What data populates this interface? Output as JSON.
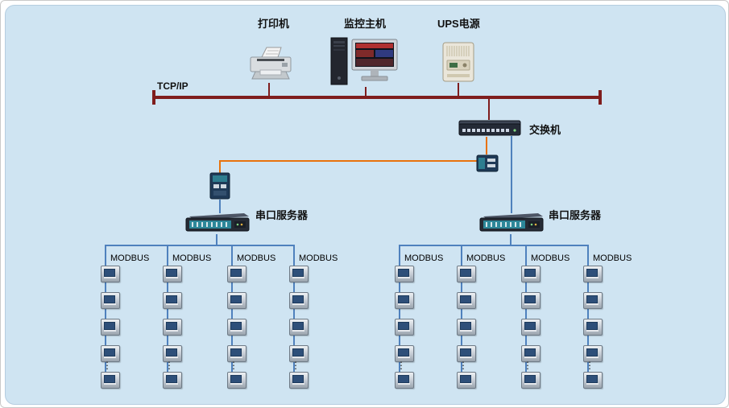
{
  "colors": {
    "panel_bg": "#cfe4f2",
    "tcp_bus": "#7f1d1d",
    "blue_line": "#4f81bd",
    "orange_line": "#e8720c"
  },
  "labels": {
    "printer": "打印机",
    "host": "监控主机",
    "ups": "UPS电源",
    "tcp": "TCP/IP",
    "switch": "交换机",
    "serial_server_left": "串口服务器",
    "serial_server_right": "串口服务器",
    "modbus": "MODBUS",
    "dots": "⋮"
  },
  "structure": {
    "groups": 2,
    "columns_per_group": 4,
    "meters_per_column_visible": 5
  }
}
